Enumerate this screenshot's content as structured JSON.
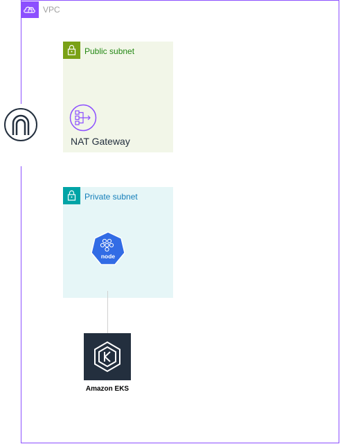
{
  "vpc": {
    "label": "VPC",
    "icon": "vpc-cloud-lock-icon",
    "border_color": "#8c4fff"
  },
  "public_subnet": {
    "label": "Public subnet",
    "icon": "lock-icon",
    "color": "#7aa116",
    "bg": "#f2f6e8"
  },
  "nat_gateway": {
    "label": "NAT Gateway",
    "icon": "nat-gateway-icon",
    "color": "#8c4fff"
  },
  "private_subnet": {
    "label": "Private subnet",
    "icon": "lock-icon",
    "color": "#00a4a6",
    "bg": "#e6f6f7"
  },
  "internet_gateway": {
    "icon": "internet-gateway-icon"
  },
  "node": {
    "label": "node",
    "icon": "kubernetes-node-icon",
    "color": "#326ce5"
  },
  "eks": {
    "label": "Amazon EKS",
    "icon": "amazon-eks-icon",
    "color": "#232f3e"
  }
}
